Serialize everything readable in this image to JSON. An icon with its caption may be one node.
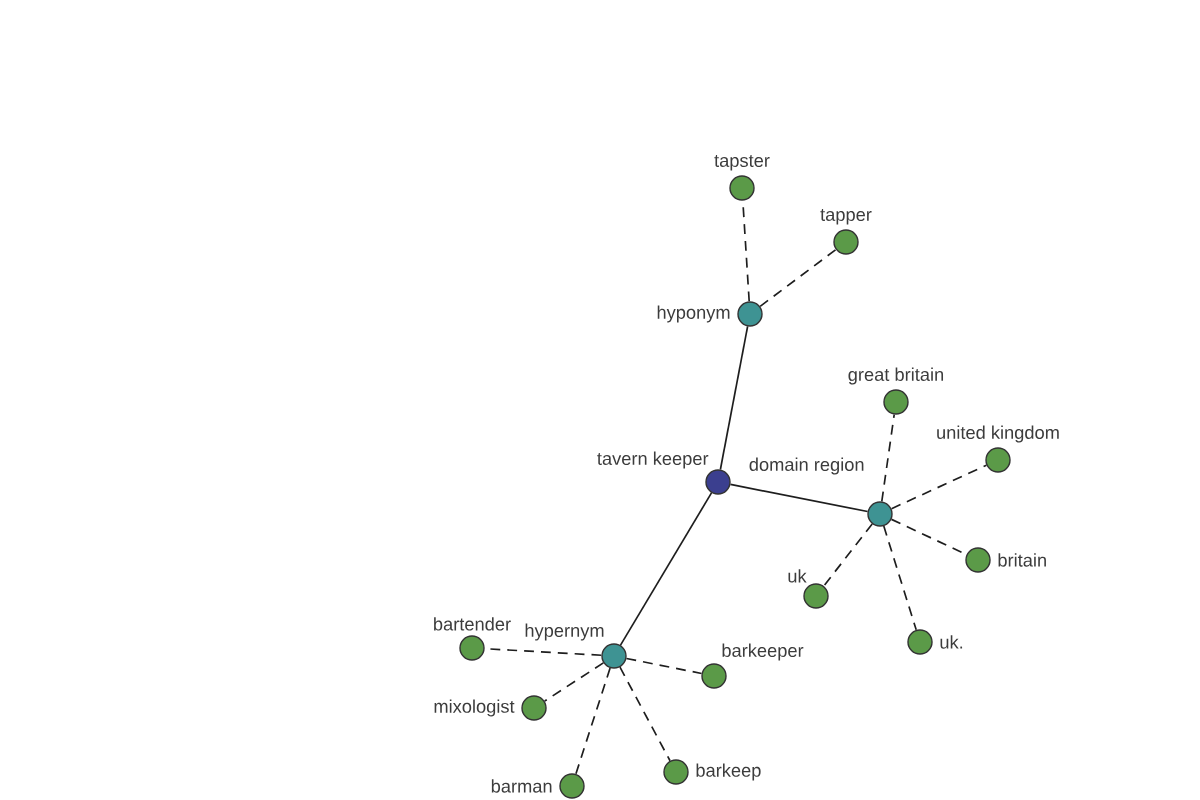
{
  "diagram": {
    "nodes": [
      {
        "text": [
          "tavern keeper"
        ]
      },
      {
        "text": [
          "hyponym"
        ]
      },
      {
        "text": [
          "tapster"
        ]
      },
      {
        "text": [
          "tapper"
        ]
      },
      {
        "text": [
          "domain region"
        ]
      },
      {
        "text": [
          "great britain"
        ]
      },
      {
        "text": [
          "united kingdom"
        ]
      },
      {
        "text": [
          "britain"
        ]
      },
      {
        "text": [
          "uk."
        ]
      },
      {
        "text": [
          "uk"
        ]
      },
      {
        "text": [
          "hypernym"
        ]
      },
      {
        "text": [
          "bartender"
        ]
      },
      {
        "text": [
          "barkeeper"
        ]
      },
      {
        "text": [
          "mixologist"
        ]
      },
      {
        "text": [
          "barkeep"
        ]
      },
      {
        "text": [
          "barman"
        ]
      }
    ],
    "edges": [
      {
        "from": 0,
        "to": 1,
        "arrow": "none"
      },
      {
        "from": 1,
        "to": 2,
        "arrow": "none",
        "style": "dashed"
      },
      {
        "from": 1,
        "to": 3,
        "arrow": "none",
        "style": "dashed"
      },
      {
        "from": 0,
        "to": 4,
        "arrow": "none"
      },
      {
        "from": 4,
        "to": 5,
        "arrow": "none",
        "style": "dashed"
      },
      {
        "from": 4,
        "to": 6,
        "arrow": "none",
        "style": "dashed"
      },
      {
        "from": 4,
        "to": 7,
        "arrow": "none",
        "style": "dashed"
      },
      {
        "from": 4,
        "to": 8,
        "arrow": "none",
        "style": "dashed"
      },
      {
        "from": 4,
        "to": 9,
        "arrow": "none",
        "style": "dashed"
      },
      {
        "from": 0,
        "to": 10,
        "arrow": "none"
      },
      {
        "from": 10,
        "to": 11,
        "arrow": "none",
        "style": "dashed"
      },
      {
        "from": 10,
        "to": 12,
        "arrow": "none",
        "style": "dashed"
      },
      {
        "from": 10,
        "to": 13,
        "arrow": "none",
        "style": "dashed"
      },
      {
        "from": 10,
        "to": 14,
        "arrow": "none",
        "style": "dashed"
      },
      {
        "from": 10,
        "to": 15,
        "arrow": "none",
        "style": "dashed"
      }
    ]
  }
}
